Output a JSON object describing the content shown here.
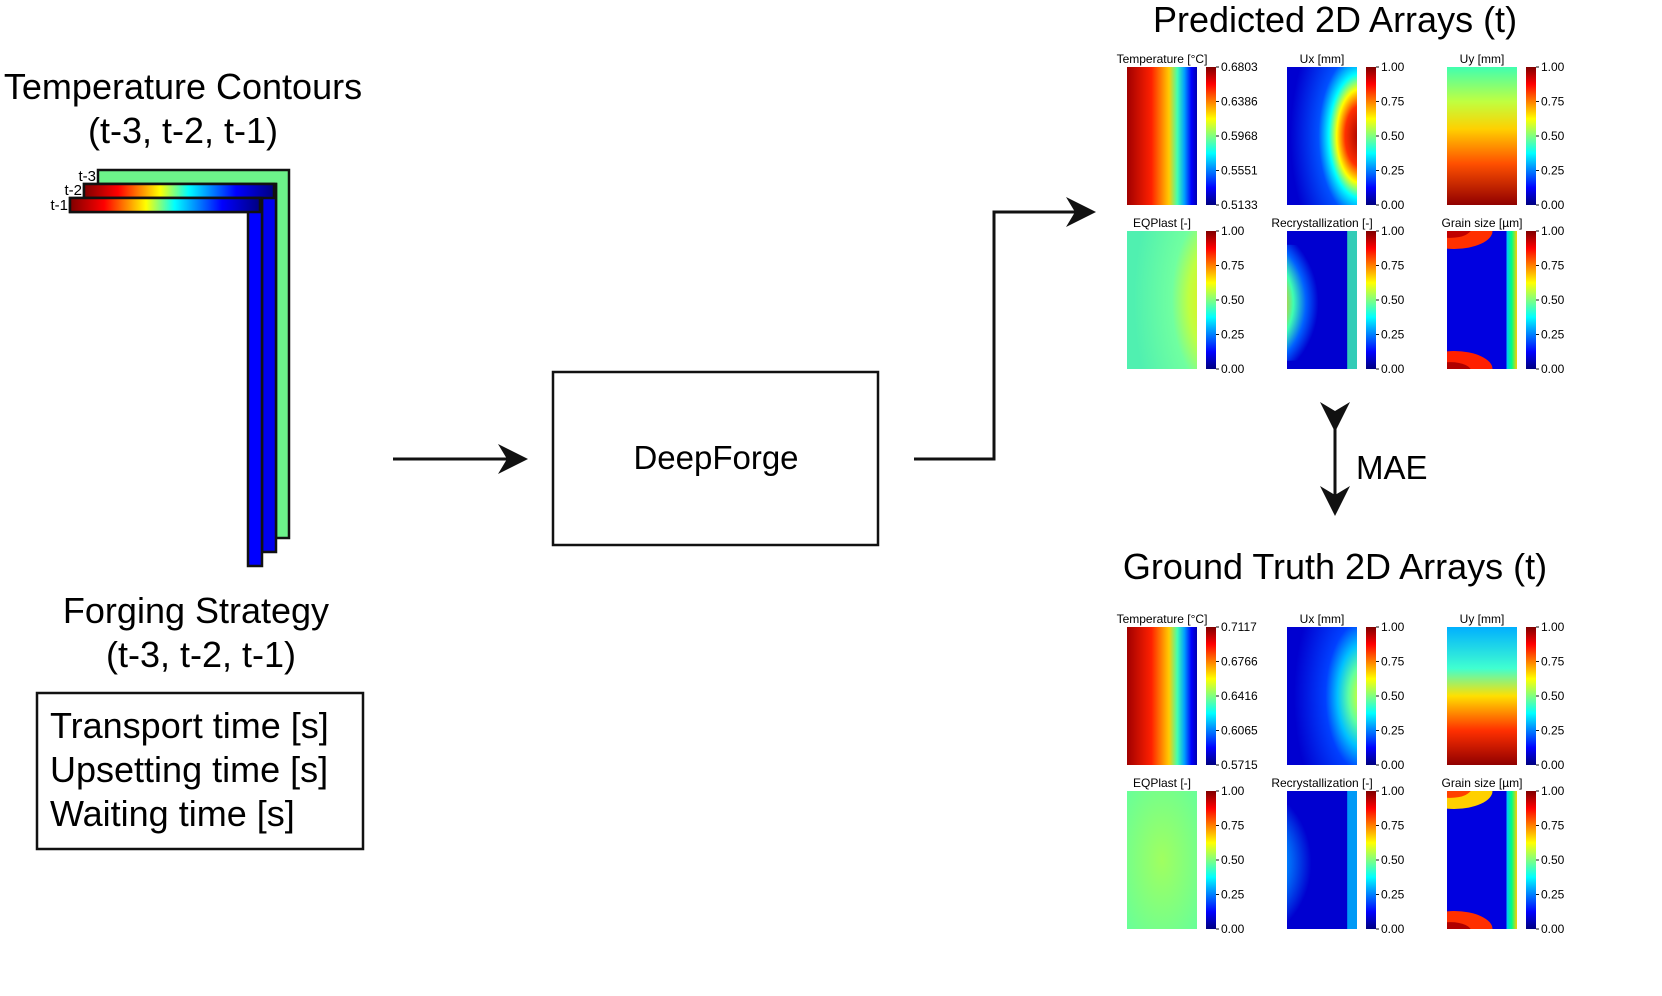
{
  "left": {
    "temperature_title": "Temperature Contours",
    "temperature_steps": "(t-3, t-2, t-1)",
    "stack_labels": [
      "t-3",
      "t-2",
      "t-1"
    ],
    "forging_title": "Forging Strategy",
    "forging_steps": "(t-3, t-2, t-1)",
    "strategy_items": [
      "Transport time [s]",
      "Upsetting time [s]",
      "Waiting time [s]"
    ]
  },
  "model": {
    "label": "DeepForge"
  },
  "metric": {
    "label": "MAE"
  },
  "predicted": {
    "title": "Predicted 2D Arrays (t)",
    "panels": [
      {
        "key": "temp",
        "label": "Temperature [°C]",
        "ticks": [
          "0.6803",
          "0.6386",
          "0.5968",
          "0.5551",
          "0.5133"
        ]
      },
      {
        "key": "ux",
        "label": "Ux [mm]",
        "ticks": [
          "1.00",
          "0.75",
          "0.50",
          "0.25",
          "0.00"
        ]
      },
      {
        "key": "uy",
        "label": "Uy [mm]",
        "ticks": [
          "1.00",
          "0.75",
          "0.50",
          "0.25",
          "0.00"
        ]
      },
      {
        "key": "eqp",
        "label": "EQPlast [-]",
        "ticks": [
          "1.00",
          "0.75",
          "0.50",
          "0.25",
          "0.00"
        ]
      },
      {
        "key": "rec",
        "label": "Recrystallization [-]",
        "ticks": [
          "1.00",
          "0.75",
          "0.50",
          "0.25",
          "0.00"
        ]
      },
      {
        "key": "grain",
        "label": "Grain size [µm]",
        "ticks": [
          "1.00",
          "0.75",
          "0.50",
          "0.25",
          "0.00"
        ]
      }
    ]
  },
  "ground_truth": {
    "title": "Ground Truth 2D Arrays (t)",
    "panels": [
      {
        "key": "temp",
        "label": "Temperature [°C]",
        "ticks": [
          "0.7117",
          "0.6766",
          "0.6416",
          "0.6065",
          "0.5715"
        ]
      },
      {
        "key": "ux",
        "label": "Ux [mm]",
        "ticks": [
          "1.00",
          "0.75",
          "0.50",
          "0.25",
          "0.00"
        ]
      },
      {
        "key": "uy",
        "label": "Uy [mm]",
        "ticks": [
          "1.00",
          "0.75",
          "0.50",
          "0.25",
          "0.00"
        ]
      },
      {
        "key": "eqp",
        "label": "EQPlast [-]",
        "ticks": [
          "1.00",
          "0.75",
          "0.50",
          "0.25",
          "0.00"
        ]
      },
      {
        "key": "rec",
        "label": "Recrystallization [-]",
        "ticks": [
          "1.00",
          "0.75",
          "0.50",
          "0.25",
          "0.00"
        ]
      },
      {
        "key": "grain",
        "label": "Grain size [µm]",
        "ticks": [
          "1.00",
          "0.75",
          "0.50",
          "0.25",
          "0.00"
        ]
      }
    ]
  },
  "colors": {
    "jet_dark_red": "#7f0000",
    "jet_red": "#ff0000",
    "jet_yellow": "#ffff00",
    "jet_cyan": "#00ffff",
    "jet_blue": "#0000ff",
    "jet_dark_blue": "#00007f",
    "green_layer": "#6cf28a"
  }
}
